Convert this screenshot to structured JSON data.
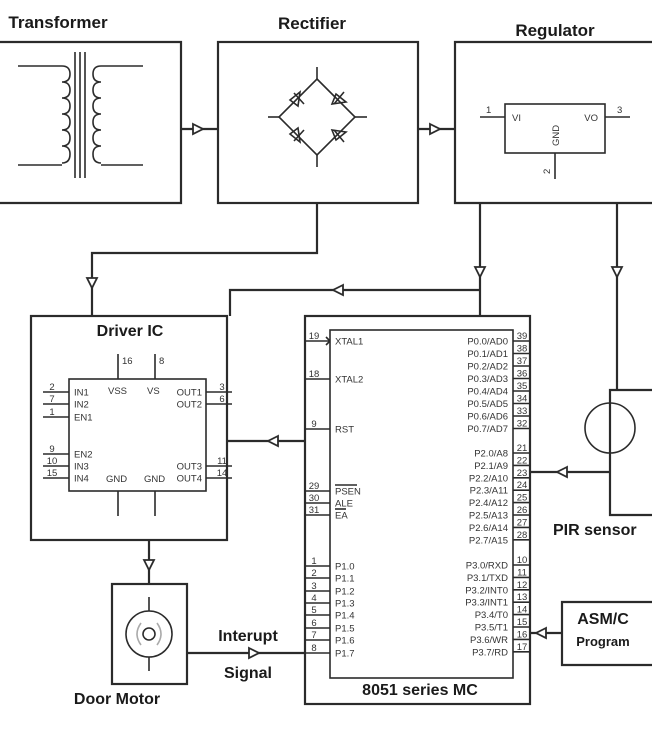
{
  "blocks": {
    "transformer": {
      "title": "Transformer"
    },
    "rectifier": {
      "title": "Rectifier"
    },
    "regulator": {
      "title": "Regulator",
      "pins": {
        "vi": "VI",
        "vo": "VO",
        "gnd": "GND",
        "pin1": "1",
        "pin2": "2",
        "pin3": "3"
      }
    },
    "driver_ic": {
      "title": "Driver IC",
      "top_pins": [
        {
          "num": "16",
          "label": "VSS"
        },
        {
          "num": "8",
          "label": "VS"
        }
      ],
      "left_pins": [
        {
          "num": "2",
          "label": "IN1"
        },
        {
          "num": "7",
          "label": "IN2"
        },
        {
          "num": "1",
          "label": "EN1"
        },
        {
          "num": "9",
          "label": "EN2"
        },
        {
          "num": "10",
          "label": "IN3"
        },
        {
          "num": "15",
          "label": "IN4"
        }
      ],
      "right_pins": [
        {
          "num": "3",
          "label": "OUT1"
        },
        {
          "num": "6",
          "label": "OUT2"
        },
        {
          "num": "11",
          "label": "OUT3"
        },
        {
          "num": "14",
          "label": "OUT4"
        }
      ],
      "bottom_labels": [
        "GND",
        "GND"
      ]
    },
    "mcu": {
      "title": "8051 series MC",
      "left_pins": [
        {
          "num": "19",
          "label": "XTAL1"
        },
        {
          "num": "18",
          "label": "XTAL2"
        },
        {
          "num": "9",
          "label": "RST"
        },
        {
          "num": "29",
          "label": "PSEN"
        },
        {
          "num": "30",
          "label": "ALE"
        },
        {
          "num": "31",
          "label": "EA"
        },
        {
          "num": "1",
          "label": "P1.0"
        },
        {
          "num": "2",
          "label": "P1.1"
        },
        {
          "num": "3",
          "label": "P1.2"
        },
        {
          "num": "4",
          "label": "P1.3"
        },
        {
          "num": "5",
          "label": "P1.4"
        },
        {
          "num": "6",
          "label": "P1.5"
        },
        {
          "num": "7",
          "label": "P1.6"
        },
        {
          "num": "8",
          "label": "P1.7"
        }
      ],
      "right_pins": [
        {
          "num": "39",
          "label": "P0.0/AD0"
        },
        {
          "num": "38",
          "label": "P0.1/AD1"
        },
        {
          "num": "37",
          "label": "P0.2/AD2"
        },
        {
          "num": "36",
          "label": "P0.3/AD3"
        },
        {
          "num": "35",
          "label": "P0.4/AD4"
        },
        {
          "num": "34",
          "label": "P0.5/AD5"
        },
        {
          "num": "33",
          "label": "P0.6/AD6"
        },
        {
          "num": "32",
          "label": "P0.7/AD7"
        },
        {
          "num": "21",
          "label": "P2.0/A8"
        },
        {
          "num": "22",
          "label": "P2.1/A9"
        },
        {
          "num": "23",
          "label": "P2.2/A10"
        },
        {
          "num": "24",
          "label": "P2.3/A11"
        },
        {
          "num": "25",
          "label": "P2.4/A12"
        },
        {
          "num": "26",
          "label": "P2.5/A13"
        },
        {
          "num": "27",
          "label": "P2.6/A14"
        },
        {
          "num": "28",
          "label": "P2.7/A15"
        },
        {
          "num": "10",
          "label": "P3.0/RXD"
        },
        {
          "num": "11",
          "label": "P3.1/TXD"
        },
        {
          "num": "12",
          "label": "P3.2/INT0"
        },
        {
          "num": "13",
          "label": "P3.3/INT1"
        },
        {
          "num": "14",
          "label": "P3.4/T0"
        },
        {
          "num": "15",
          "label": "P3.5/T1"
        },
        {
          "num": "16",
          "label": "P3.6/WR"
        },
        {
          "num": "17",
          "label": "P3.7/RD"
        }
      ]
    },
    "pir_sensor": {
      "title": "PIR sensor"
    },
    "program": {
      "title": "ASM/C",
      "subtitle": "Program"
    },
    "door_motor": {
      "title": "Door Motor"
    }
  },
  "signals": {
    "interrupt_line1": "Interupt",
    "interrupt_line2": "Signal"
  }
}
